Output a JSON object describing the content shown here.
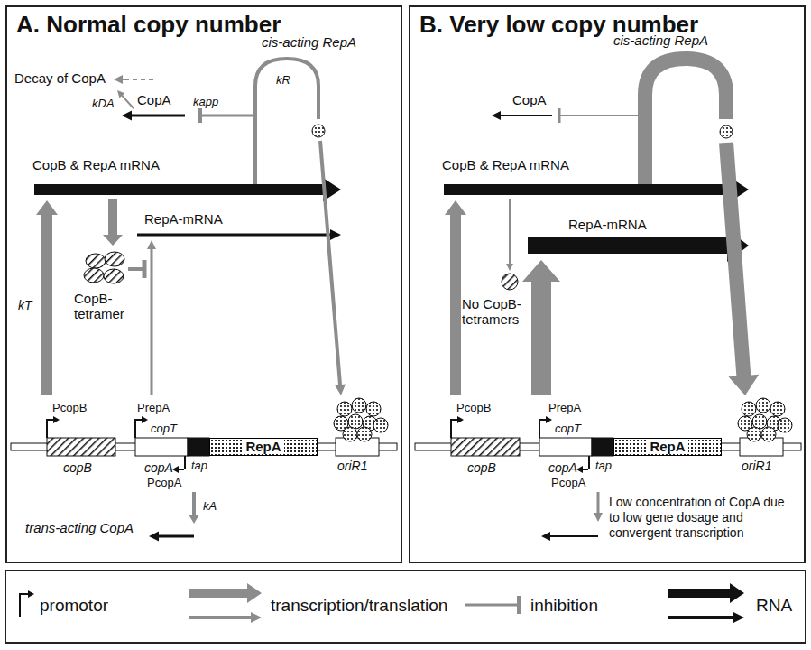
{
  "diagram": {
    "nodes": [
      {
        "text": [
          "A. Normal copy number"
        ]
      },
      {
        "text": [
          "RepA"
        ],
        "in": 0
      },
      {
        "text": [
          "B. Very low copy number"
        ]
      },
      {
        "text": [
          "RepA"
        ],
        "in": 2
      }
    ],
    "labels": [
      "Decay of CopA",
      "kDA",
      "CopA",
      "kapp",
      "cis-acting RepA",
      "kR",
      "CopB & RepA mRNA",
      "RepA-mRNA",
      "CopB- tetramer",
      "kT",
      "PcopB",
      "PrepA",
      "copT",
      "copB",
      "copA",
      "tap",
      "PcopA",
      "oriR1",
      "kA",
      "trans-acting CopA",
      "cis-acting RepA",
      "CopA",
      "CopB & RepA mRNA",
      "RepA-mRNA",
      "No CopB- tetramers",
      "PcopB",
      "PrepA",
      "copT",
      "copB",
      "copA",
      "tap",
      "PcopA",
      "oriR1",
      "Low concentration of CopA due to low gene dosage and convergent transcription"
    ],
    "legend": [
      {
        "text": "promotor"
      },
      {
        "text": "transcription/translation"
      },
      {
        "text": "inhibition"
      },
      {
        "text": "RNA"
      }
    ]
  }
}
